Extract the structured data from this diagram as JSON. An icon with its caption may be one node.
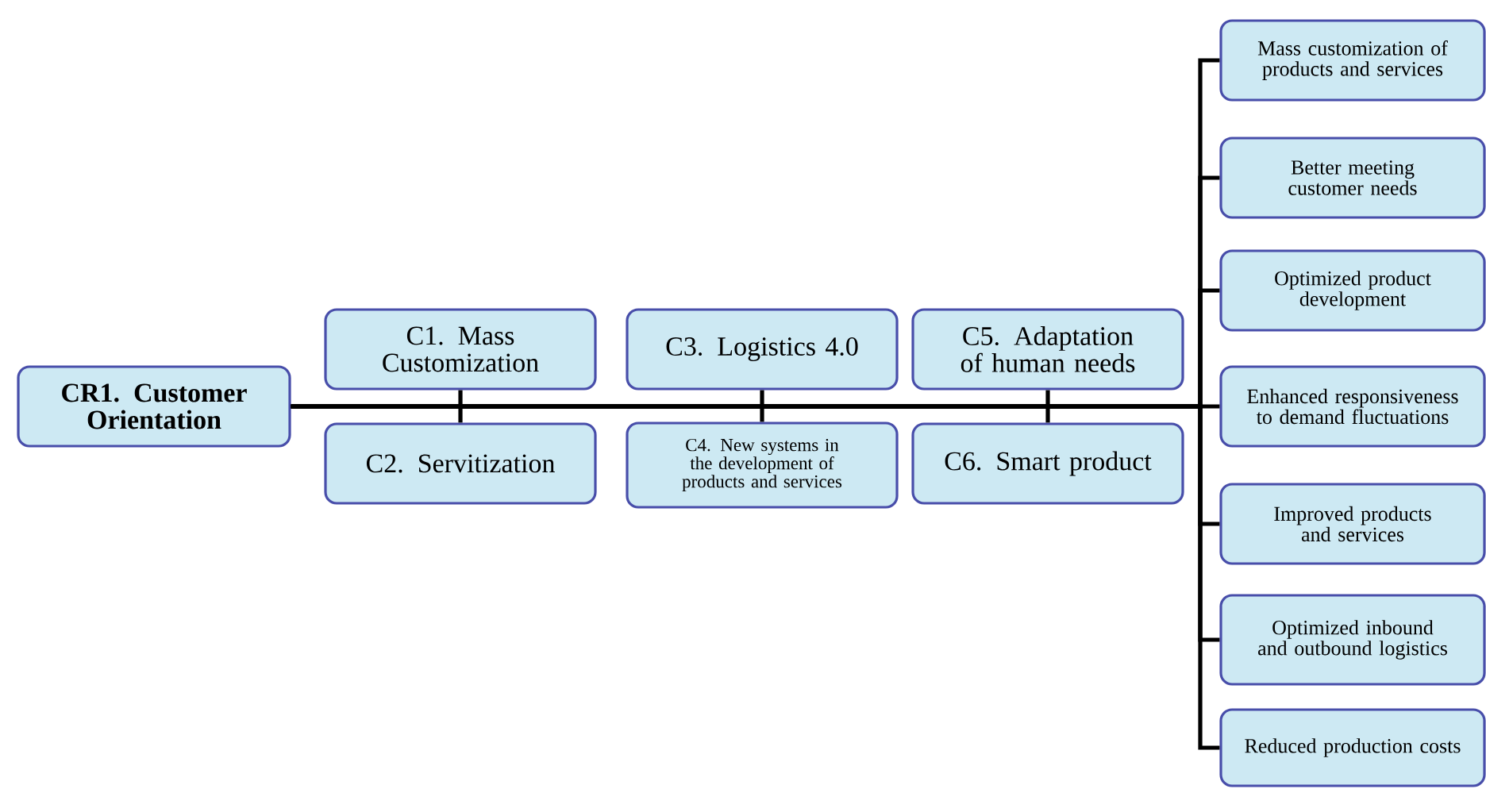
{
  "diagram": {
    "nodes": [
      {
        "text": [
          "CR1. Customer Orientation"
        ]
      },
      {
        "text": [
          "C1. Mass Customization"
        ]
      },
      {
        "text": [
          "C2. Servitization"
        ]
      },
      {
        "text": [
          "C3. Logistics 4.0"
        ]
      },
      {
        "text": [
          "C4. New systems in the development of products and services"
        ]
      },
      {
        "text": [
          "C5. Adaptation of human needs"
        ]
      },
      {
        "text": [
          "C6. Smart product"
        ]
      },
      {
        "text": [
          "Mass customization of products and services"
        ]
      },
      {
        "text": [
          "Better meeting customer needs"
        ]
      },
      {
        "text": [
          "Optimized product development"
        ]
      },
      {
        "text": [
          "Enhanced responsiveness to demand fluctuations"
        ]
      },
      {
        "text": [
          "Improved products and services"
        ]
      },
      {
        "text": [
          "Optimized inbound and outbound logistics"
        ]
      },
      {
        "text": [
          "Reduced production costs"
        ]
      }
    ],
    "edges": [
      {
        "from": 0,
        "to": 7,
        "arrow": "none"
      },
      {
        "from": 0,
        "to": 8,
        "arrow": "none"
      },
      {
        "from": 0,
        "to": 9,
        "arrow": "none"
      },
      {
        "from": 0,
        "to": 10,
        "arrow": "none"
      },
      {
        "from": 0,
        "to": 11,
        "arrow": "none"
      },
      {
        "from": 0,
        "to": 12,
        "arrow": "none"
      },
      {
        "from": 0,
        "to": 13,
        "arrow": "none"
      },
      {
        "from": 1,
        "to": 2,
        "arrow": "none"
      },
      {
        "from": 3,
        "to": 4,
        "arrow": "none"
      },
      {
        "from": 5,
        "to": 6,
        "arrow": "none"
      }
    ]
  }
}
